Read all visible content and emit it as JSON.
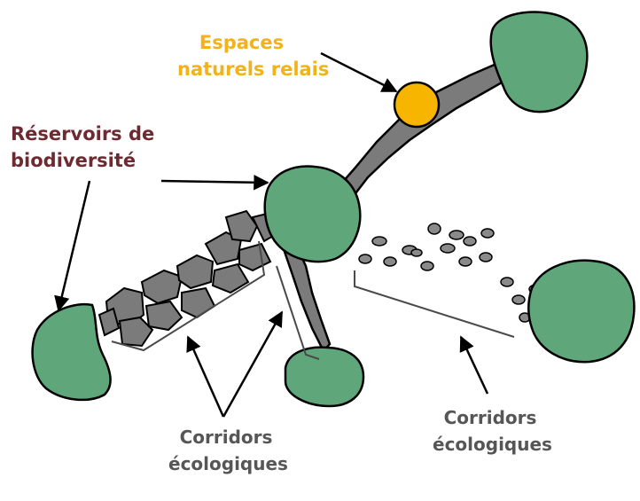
{
  "labels": {
    "relais": [
      "Espaces",
      "naturels relais"
    ],
    "reservoirs": [
      "Réservoirs de",
      "biodiversité"
    ],
    "corridors_left": [
      "Corridors",
      "écologiques"
    ],
    "corridors_right": [
      "Corridors",
      "écologiques"
    ]
  },
  "colors": {
    "reservoir_fill": "#5fa77b",
    "corridor_fill": "#7b7b7b",
    "relais_fill": "#f8b500",
    "outline": "#000000",
    "relais_text": "#f2b21b",
    "reservoirs_text": "#6d2a31",
    "corridors_text": "#565656"
  }
}
